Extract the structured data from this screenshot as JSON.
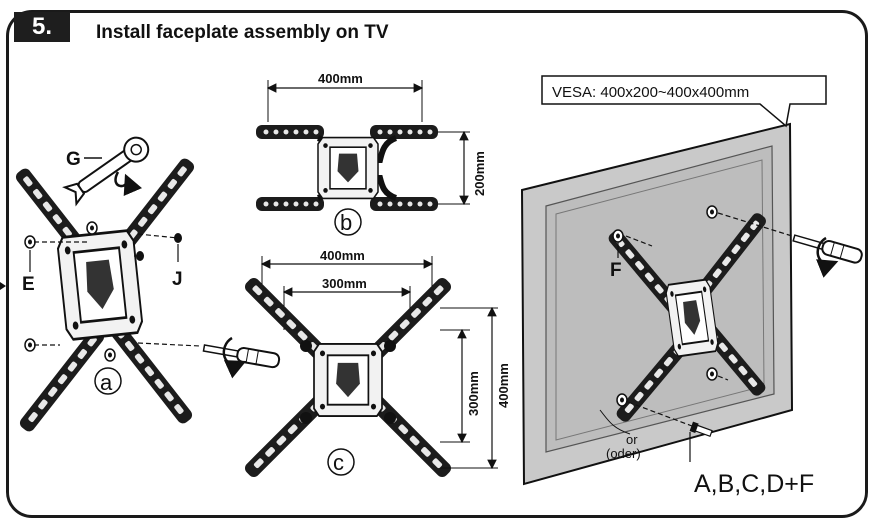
{
  "step": {
    "number": "5.",
    "title": "Install faceplate assembly on TV"
  },
  "vesa_callout": "VESA: 400x200~400x400mm",
  "part_labels": {
    "G": "G",
    "E": "E",
    "J": "J",
    "F": "F"
  },
  "view_labels": {
    "a": "a",
    "b": "b",
    "c": "c"
  },
  "dimensions": {
    "b_width": "400mm",
    "b_height": "200mm",
    "c_width_outer": "400mm",
    "c_width_inner": "300mm",
    "c_height_inner": "300mm",
    "c_height_outer": "400mm"
  },
  "alt_note": {
    "or": "or",
    "oder": "(oder)"
  },
  "hardware_label": "A,B,C,D+F",
  "colors": {
    "ink": "#111111",
    "tv_body": "#c9c9c9",
    "tv_screen": "#bdbdbd",
    "metal_light": "#e6e6e6"
  }
}
